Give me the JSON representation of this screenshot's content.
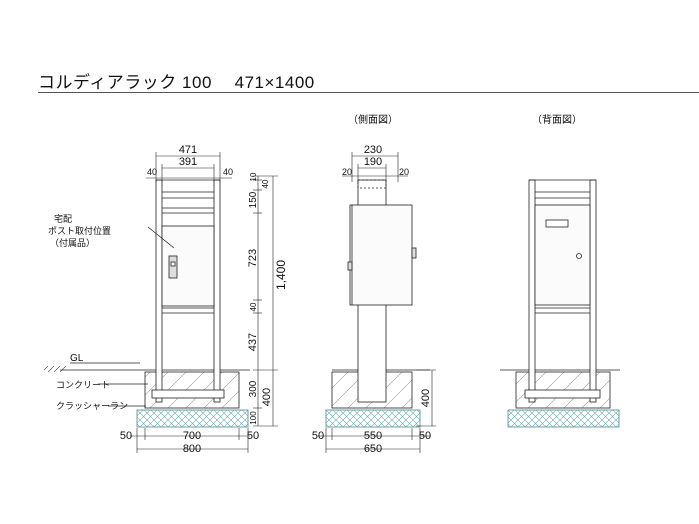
{
  "title": "コルディアラック 100　 471×1400",
  "views": {
    "side": "（側面図）",
    "back": "（背面図）"
  },
  "labels": {
    "mount": [
      "宅配",
      "ポスト取付位置",
      "（付属品）"
    ],
    "gl": "GL",
    "concrete": "コンクリート",
    "crusher": "クラッシャーラン"
  },
  "dims": {
    "front_top": [
      "471",
      "391",
      "40",
      "40"
    ],
    "front_right": [
      "10",
      "150",
      "40",
      "723",
      "40",
      "437",
      "300",
      "100"
    ],
    "front_right_400": "400",
    "front_total": "1,400",
    "front_bottom": [
      "50",
      "700",
      "50",
      "800"
    ],
    "side_top": [
      "230",
      "190",
      "20",
      "20"
    ],
    "side_right": "400",
    "side_bottom": [
      "50",
      "550",
      "50",
      "650"
    ]
  },
  "colors": {
    "line": "#222222",
    "hatch": "#888888",
    "fill_box": "#f7f7f7",
    "fill_gravel": "#e6f3f4"
  }
}
